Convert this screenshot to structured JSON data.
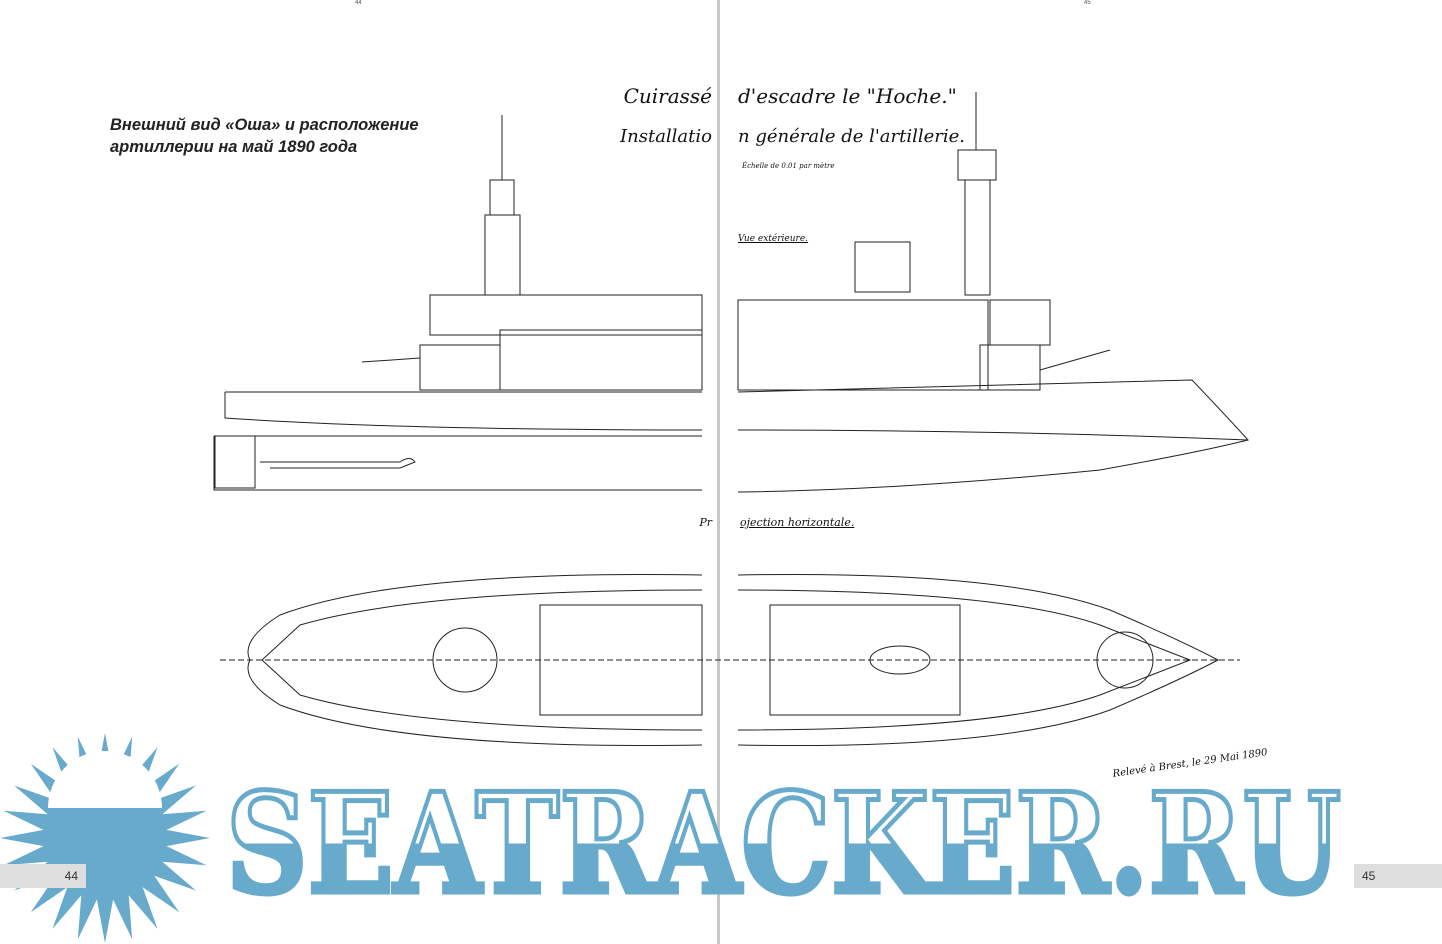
{
  "page_left": {
    "number": "44",
    "top_number": "44"
  },
  "page_right": {
    "number": "45",
    "top_number": "45"
  },
  "heading": {
    "line1": "Внешний вид «Оша» и расположение",
    "line2": "артиллерии на май 1890 года"
  },
  "drawing": {
    "title_left": "Cuirassé",
    "title_right": "d'escadre le \"Hoche.\"",
    "subtitle_left": "Installatio",
    "subtitle_right": "n générale de l'artillerie.",
    "scale_note": "Échelle de 0.01 par mètre",
    "view_side": "Vue extérieure.",
    "view_plan_left": "Pr",
    "view_plan_right": "ojection horizontale.",
    "signature": "Relevé à Brest, le 29 Mai 1890"
  },
  "watermark": {
    "text": "SEATRACKER.RU",
    "color": "#67aacb"
  }
}
